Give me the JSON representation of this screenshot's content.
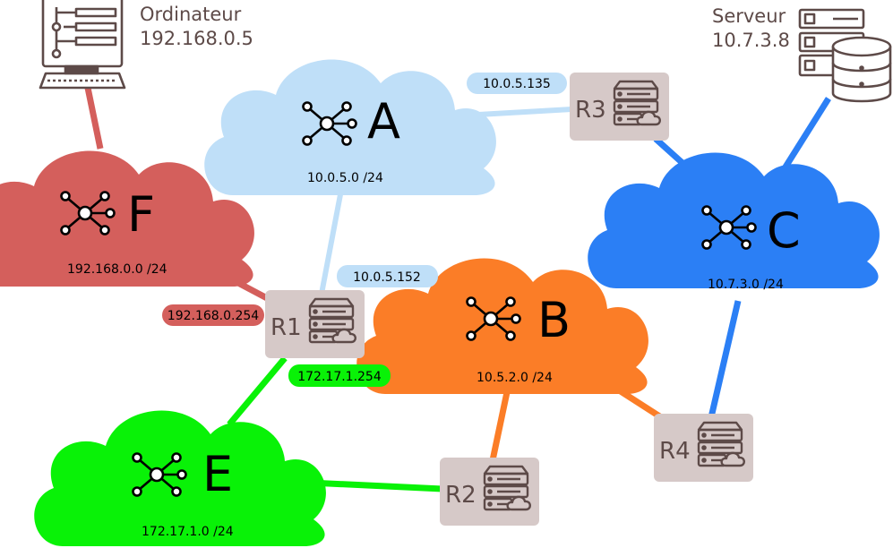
{
  "colors": {
    "red": "#d45f5c",
    "blue_light": "#bfdff8",
    "blue": "#2b7ff5",
    "orange": "#fb7d27",
    "green": "#09f207",
    "router_bg": "#d6c9c8",
    "device": "#5d4a48"
  },
  "networks": {
    "A": {
      "letter": "A",
      "subnet": "10.0.5.0 /24",
      "color": "light-blue"
    },
    "B": {
      "letter": "B",
      "subnet": "10.5.2.0 /24",
      "color": "orange"
    },
    "C": {
      "letter": "C",
      "subnet": "10.7.3.0 /24",
      "color": "blue"
    },
    "E": {
      "letter": "E",
      "subnet": "172.17.1.0 /24",
      "color": "green"
    },
    "F": {
      "letter": "F",
      "subnet": "192.168.0.0 /24",
      "color": "red"
    }
  },
  "routers": {
    "R1": "R1",
    "R2": "R2",
    "R3": "R3",
    "R4": "R4"
  },
  "interfaces": {
    "r3_a": "10.0.5.135",
    "r1_a": "10.0.5.152",
    "r1_f": "192.168.0.254",
    "r1_e": "172.17.1.254"
  },
  "hosts": {
    "computer": {
      "name": "Ordinateur",
      "ip": "192.168.0.5",
      "icon": "computer-icon"
    },
    "server": {
      "name": "Serveur",
      "ip": "10.7.3.8",
      "icon": "server-database-icon"
    }
  }
}
